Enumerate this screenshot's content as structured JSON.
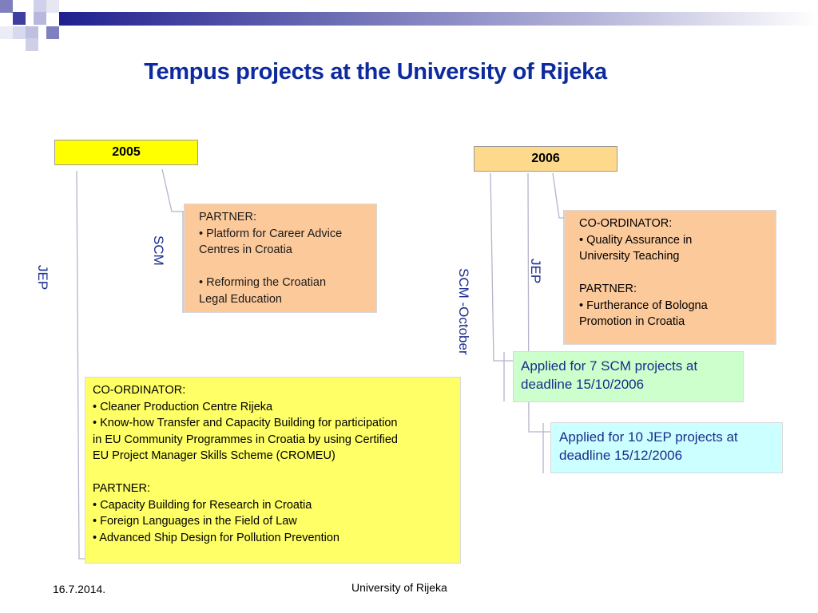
{
  "title": "Tempus projects at the University of Rijeka",
  "years": {
    "y2005": "2005",
    "y2006": "2006"
  },
  "labels": {
    "jep_2005": "JEP",
    "scm_2005": "SCM",
    "scm_2006": "SCM -October",
    "jep_2006": "JEP"
  },
  "scm_2005_card": [
    "PARTNER:",
    "• Platform for Career Advice",
    "Centres in Croatia",
    "",
    "• Reforming the Croatian",
    "Legal Education"
  ],
  "jep_2005_card": [
    "CO-ORDINATOR:",
    "• Cleaner Production Centre Rijeka",
    "• Know-how Transfer and Capacity Building for participation",
    "in EU Community Programmes in Croatia by using Certified",
    "EU Project Manager Skills Scheme (CROMEU)",
    "",
    "PARTNER:",
    "• Capacity Building for Research in Croatia",
    "• Foreign Languages in the Field of Law",
    "• Advanced Ship Design for Pollution Prevention"
  ],
  "jep_2006_card": [
    "CO-ORDINATOR:",
    "• Quality Assurance in",
    "University Teaching",
    "",
    "PARTNER:",
    " • Furtherance of Bologna",
    "Promotion in Croatia"
  ],
  "scm_2006_applied": [
    "Applied for 7 SCM projects at",
    "deadline 15/10/2006"
  ],
  "jep_2006_applied": [
    "Applied for 10 JEP projects at",
    "deadline 15/12/2006"
  ],
  "footer": {
    "date": "16.7.2014.",
    "organization": "University of Rijeka"
  },
  "colors": {
    "title": "#0d2a9e",
    "year_2005_fill": "#ffff00",
    "year_2006_fill": "#fdd98c",
    "peach": "#fcc99a",
    "yellow": "#ffff66",
    "green": "#ccffcc",
    "cyan": "#ccffff",
    "label_text": "#1a2d8c"
  }
}
